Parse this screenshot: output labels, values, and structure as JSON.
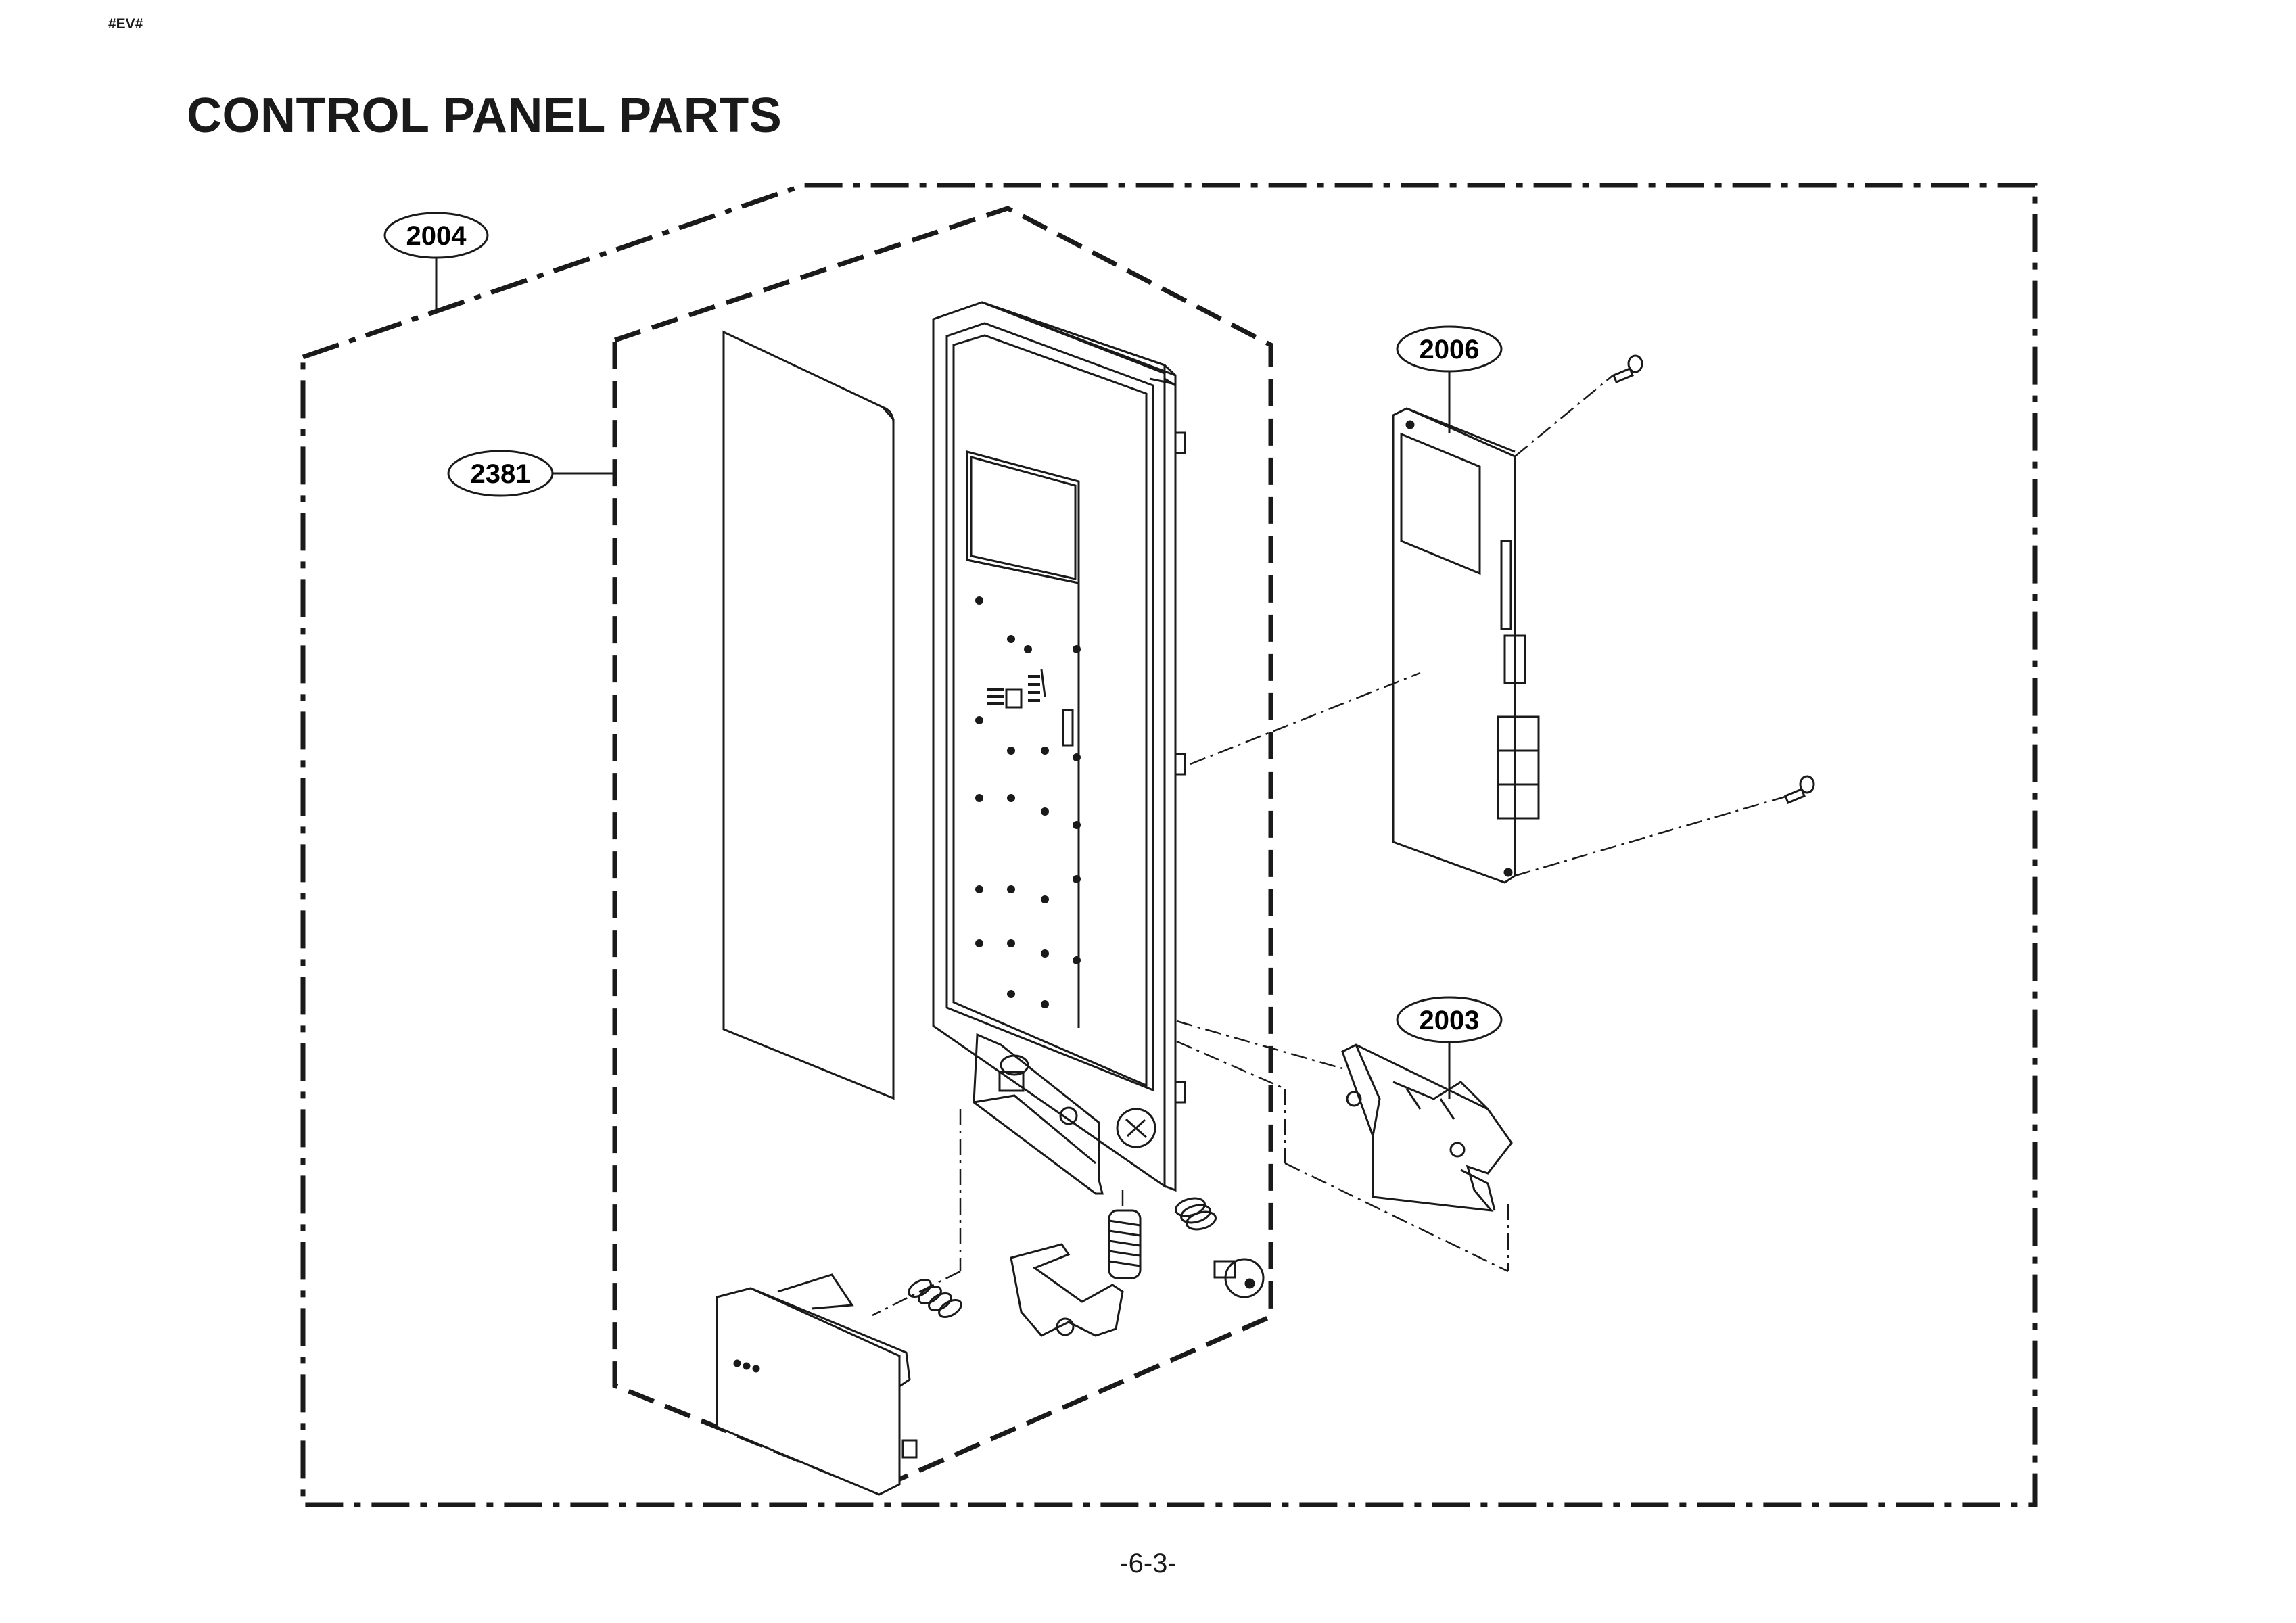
{
  "header": {
    "corner_tag": "#EV#",
    "title": "CONTROL PANEL PARTS"
  },
  "callouts": {
    "assembly_outer": "2004",
    "assembly_inner": "2381",
    "pcb_assembly": "2006",
    "door_lever_bracket": "2003"
  },
  "footer": {
    "page_number": "-6-3-"
  }
}
